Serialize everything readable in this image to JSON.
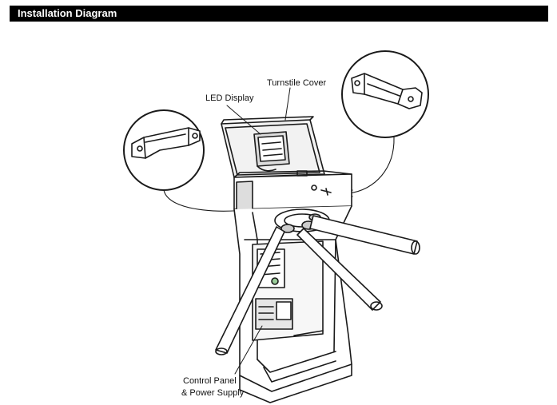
{
  "header": {
    "title": "Installation Diagram"
  },
  "labels": {
    "turnstile_cover": "Turnstile Cover",
    "led_display": "LED Display",
    "control_panel_line1": "Control Panel",
    "control_panel_line2": "& Power Supply"
  },
  "icons": [
    "bracket-icon-left",
    "bracket-icon-right"
  ]
}
